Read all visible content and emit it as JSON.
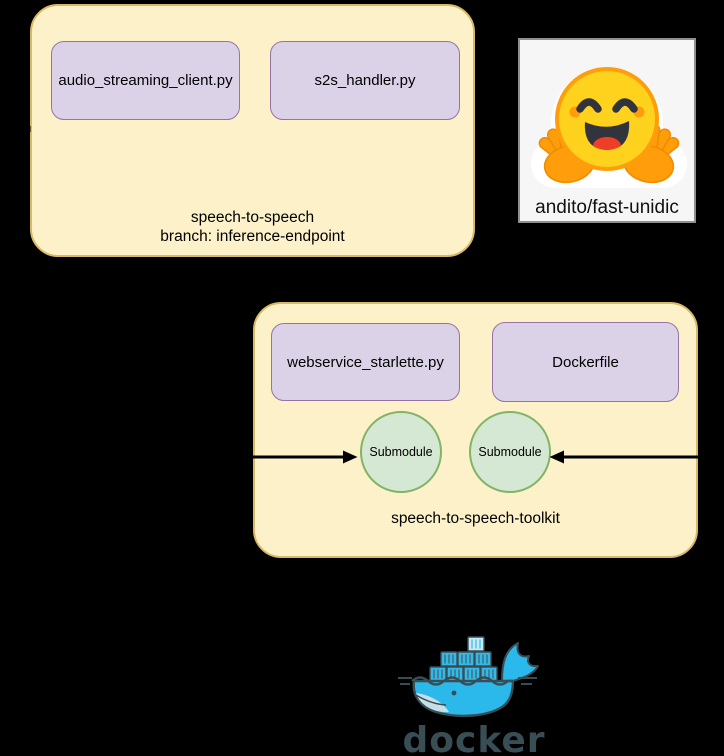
{
  "canvas": {
    "background": "#000000"
  },
  "repo_top": {
    "name_line": "speech-to-speech",
    "branch_line": "branch: inference-endpoint",
    "files": [
      {
        "label": "audio_streaming_client.py"
      },
      {
        "label": "s2s_handler.py"
      }
    ],
    "fill": "#FCF1C9",
    "stroke": "#D8B966"
  },
  "hf_card": {
    "label": "andito/fast-unidic",
    "icon": "hugging-face-emoji",
    "fill": "#F6F6F6",
    "stroke": "#8F8F8F",
    "emoji_yellow": "#FFD21E",
    "emoji_orange": "#FF9D0B"
  },
  "repo_bottom": {
    "name_line": "speech-to-speech-toolkit",
    "files": [
      {
        "label": "webservice_starlette.py"
      },
      {
        "label": "Dockerfile"
      }
    ],
    "submodules": [
      {
        "label": "Submodule"
      },
      {
        "label": "Submodule"
      }
    ],
    "fill": "#FCF1C9",
    "stroke": "#D8B966"
  },
  "file_node_style": {
    "fill": "#DCD2E8",
    "stroke": "#9673A6"
  },
  "submodule_style": {
    "fill": "#D5E8D4",
    "stroke": "#82B366"
  },
  "arrows": {
    "color": "#000000",
    "left_target": "Submodule",
    "right_target": "Submodule"
  },
  "docker": {
    "label": "docker",
    "icon": "docker-whale",
    "brand_blue": "#2BB8EB",
    "brand_dark": "#394D54"
  }
}
